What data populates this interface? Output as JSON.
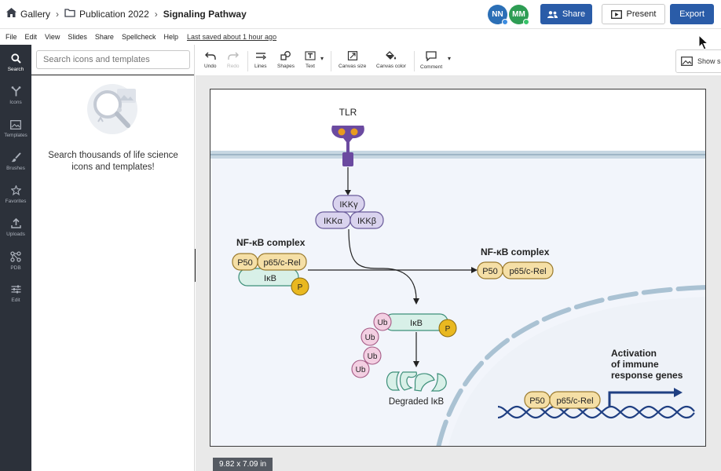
{
  "breadcrumb": {
    "gallery": "Gallery",
    "folder": "Publication 2022",
    "current": "Signaling Pathway"
  },
  "avatars": [
    {
      "initials": "NN",
      "color": "#2b6fb6",
      "dot": "#3d8de0"
    },
    {
      "initials": "MM",
      "color": "#2e9d54",
      "dot": "#37c36a"
    }
  ],
  "actions": {
    "share": "Share",
    "present": "Present",
    "export": "Export"
  },
  "menu": {
    "items": [
      "File",
      "Edit",
      "View",
      "Slides",
      "Share",
      "Spellcheck",
      "Help"
    ],
    "saved": "Last saved about 1 hour ago"
  },
  "rail": [
    {
      "label": "Search",
      "icon": "search-icon"
    },
    {
      "label": "Icons",
      "icon": "icons-icon"
    },
    {
      "label": "Templates",
      "icon": "templates-icon"
    },
    {
      "label": "Brushes",
      "icon": "brush-icon"
    },
    {
      "label": "Favorites",
      "icon": "star-icon"
    },
    {
      "label": "Uploads",
      "icon": "upload-icon"
    },
    {
      "label": "PDB",
      "icon": "molecule-icon"
    },
    {
      "label": "Edit",
      "icon": "sliders-icon"
    }
  ],
  "panel": {
    "search_placeholder": "Search icons and templates",
    "empty_text": "Search thousands of life science icons and templates!"
  },
  "toolbar": {
    "undo": "Undo",
    "redo": "Redo",
    "lines": "Lines",
    "shapes": "Shapes",
    "text": "Text",
    "canvas_size": "Canvas size",
    "canvas_color": "Canvas color",
    "comment": "Comment",
    "show": "Show s"
  },
  "diagram": {
    "receptor": "TLR",
    "ikk_gamma": "IKKγ",
    "ikk_alpha": "IKKα",
    "ikk_beta": "IKKβ",
    "complex_left_title": "NF-κB complex",
    "complex_right_title": "NF-κB complex",
    "p50": "P50",
    "p65": "p65/c-Rel",
    "ikb": "IκB",
    "phospho": "P",
    "ub": "Ub",
    "degraded": "Degraded IκB",
    "activation_line1": "Activation",
    "activation_line2": "of immune",
    "activation_line3": "response genes"
  },
  "canvas_size": "9.82 x 7.09 in"
}
